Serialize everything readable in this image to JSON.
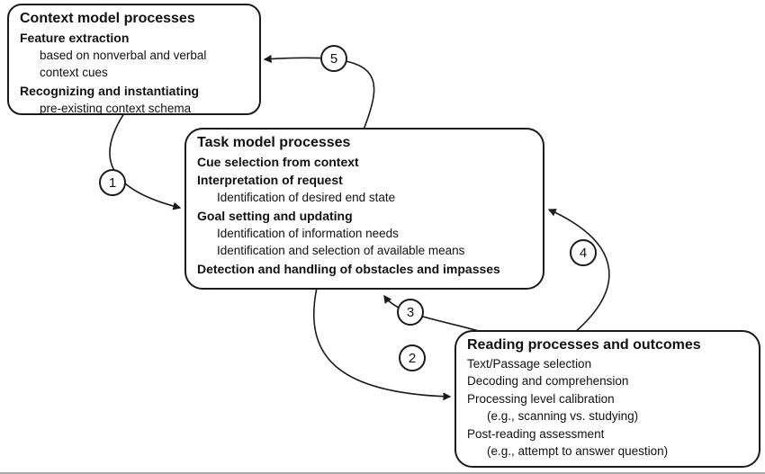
{
  "figure": {
    "boxes": {
      "context": {
        "title": "Context model processes",
        "lines": [
          "Feature extraction",
          "based on nonverbal and verbal",
          "context cues",
          "Recognizing and instantiating",
          "pre-existing context schema"
        ]
      },
      "task": {
        "title": "Task model processes",
        "lines": [
          "Cue selection from context",
          "Interpretation of request",
          "Identification of desired end state",
          "Goal setting and updating",
          "Identification of information needs",
          "Identification and selection of available means",
          "Detection and handling of obstacles and impasses"
        ]
      },
      "reading": {
        "title": "Reading processes and outcomes",
        "lines": [
          "Text/Passage selection",
          "Decoding and comprehension",
          "Processing level calibration",
          "(e.g., scanning vs. studying)",
          "Post-reading assessment",
          "(e.g., attempt to answer question)"
        ]
      }
    },
    "arrow_labels": [
      "1",
      "2",
      "3",
      "4",
      "5"
    ],
    "colors": {
      "line": "#1b1b1b",
      "background": "#ffffff",
      "text": "#111111"
    }
  }
}
